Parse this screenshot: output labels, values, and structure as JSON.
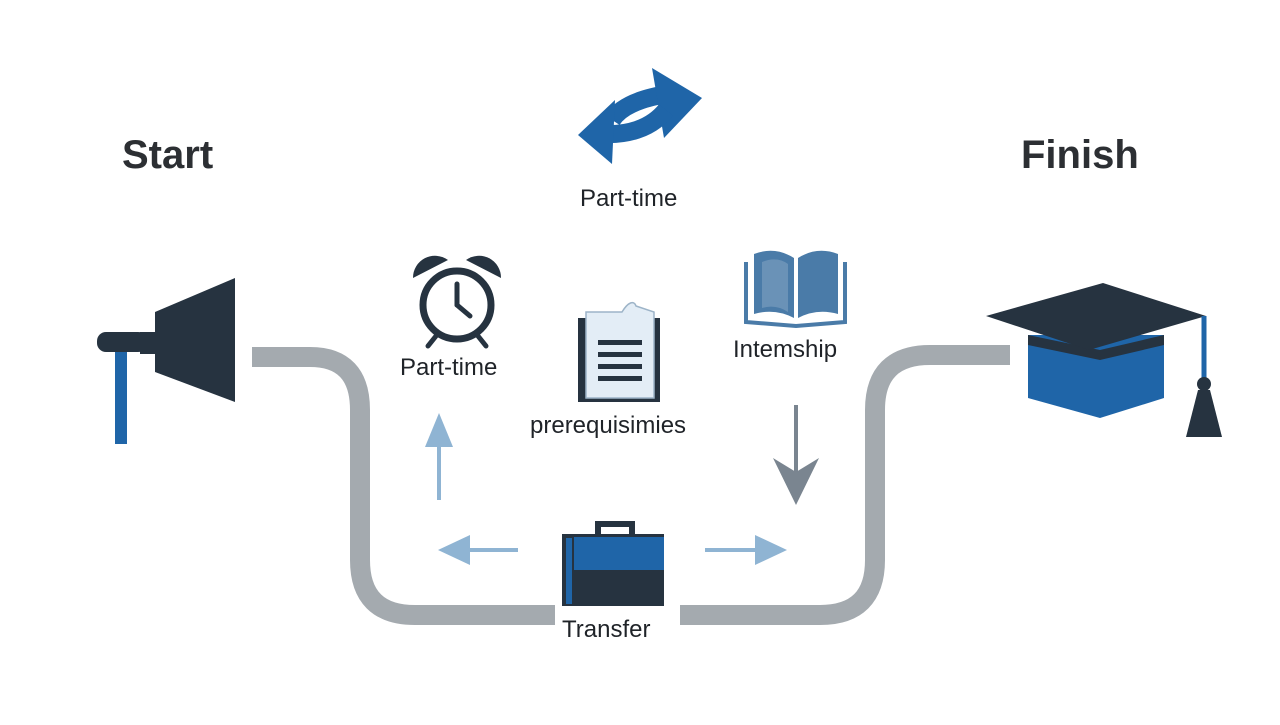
{
  "labels": {
    "start": "Start",
    "finish": "Finish",
    "top": "Part-time",
    "clock": "Part-time",
    "document": "prerequisimies",
    "book": "Intemship",
    "briefcase": "Transfer"
  },
  "colors": {
    "dark": "#263340",
    "blue": "#1f65a8",
    "steel": "#4a7ba8",
    "light_blue": "#8fb4d3",
    "path_gray": "#a4aaaf",
    "arrow_gray": "#7a8590"
  },
  "icons": [
    "megaphone-icon",
    "swap-arrows-icon",
    "alarm-clock-icon",
    "document-icon",
    "open-book-icon",
    "briefcase-icon",
    "graduation-cap-icon"
  ]
}
